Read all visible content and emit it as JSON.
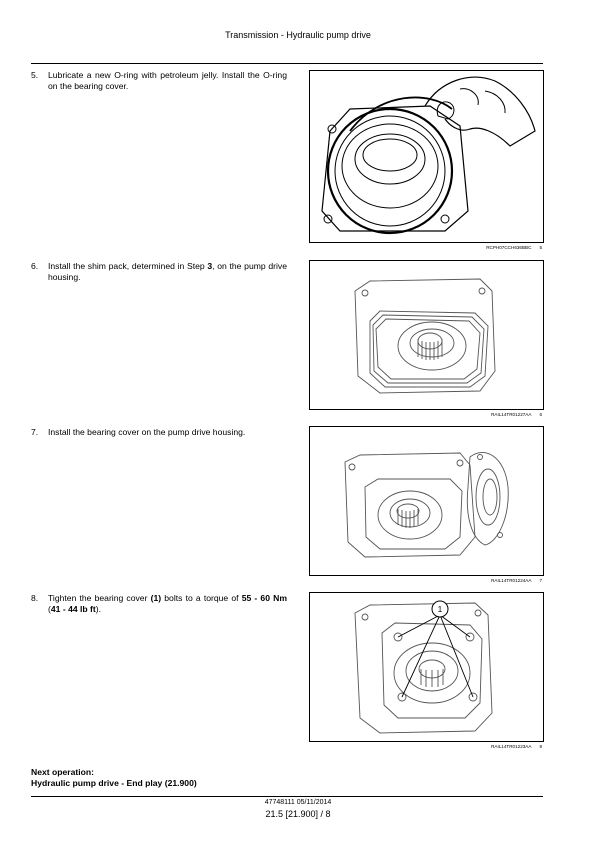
{
  "header": {
    "title": "Transmission - Hydraulic pump drive"
  },
  "steps": [
    {
      "number": "5.",
      "text_parts": [
        "Lubricate a new O-ring with petroleum jelly.  Install the O-ring on the bearing cover."
      ]
    },
    {
      "number": "6.",
      "text_parts": [
        "Install the shim pack, determined in Step ",
        "3",
        ", on the pump drive housing."
      ]
    },
    {
      "number": "7.",
      "text_parts": [
        "Install the bearing cover on the pump drive housing."
      ]
    },
    {
      "number": "8.",
      "text_parts": [
        "Tighten the bearing cover ",
        "(1)",
        " bolts to a torque of ",
        "55 - 60 Nm",
        " (",
        "41 - 44 lb ft",
        ")."
      ]
    }
  ],
  "figures": [
    {
      "code": "RCPH07CCH636BBC",
      "number": "5"
    },
    {
      "code": "RAIL14TR01227AA",
      "number": "6"
    },
    {
      "code": "RAIL14TR01224AA",
      "number": "7"
    },
    {
      "code": "RAIL14TR01223AA",
      "number": "8",
      "callout": "1"
    }
  ],
  "next_operation": {
    "label": "Next operation:",
    "link": "Hydraulic pump drive - End play (21.900)"
  },
  "footer": {
    "doc_ref": "47748111 05/11/2014",
    "page_ref": "21.5 [21.900] / 8"
  }
}
